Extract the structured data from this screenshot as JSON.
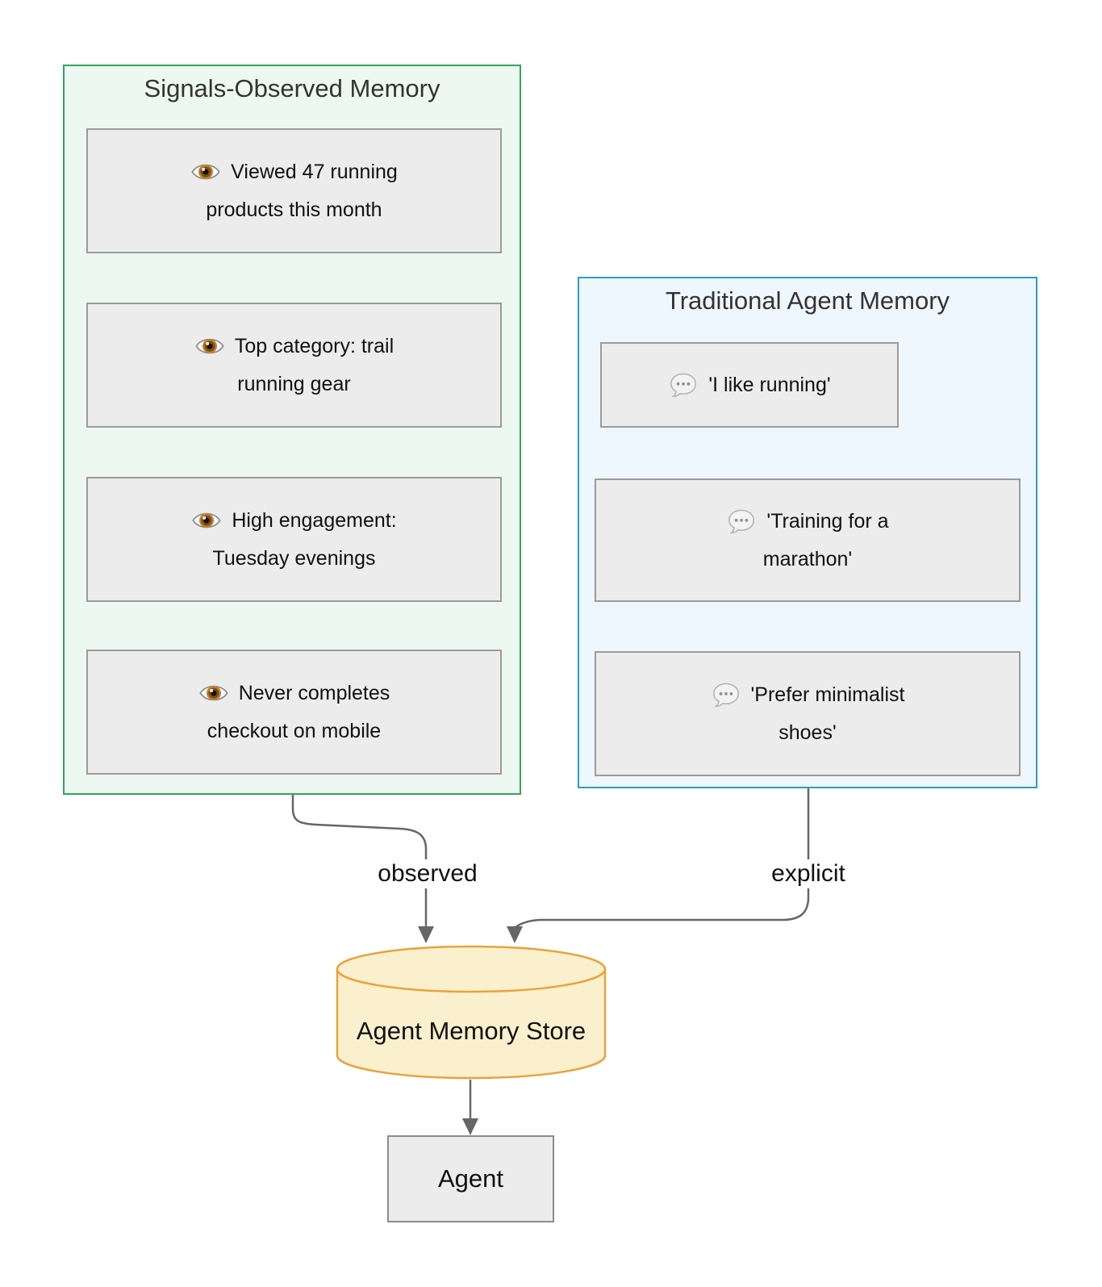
{
  "groups": [
    {
      "title": "Signals-Observed Memory",
      "nodes": [
        {
          "icon": "eye-icon",
          "lines": [
            "Viewed 47 running",
            "products this month"
          ]
        },
        {
          "icon": "eye-icon",
          "lines": [
            "Top category: trail",
            "running gear"
          ]
        },
        {
          "icon": "eye-icon",
          "lines": [
            "High engagement:",
            "Tuesday evenings"
          ]
        },
        {
          "icon": "eye-icon",
          "lines": [
            "Never completes",
            "checkout on mobile"
          ]
        }
      ]
    },
    {
      "title": "Traditional Agent Memory",
      "nodes": [
        {
          "icon": "speech-balloon-icon",
          "lines": [
            "'I like running'"
          ]
        },
        {
          "icon": "speech-balloon-icon",
          "lines": [
            "'Training for a",
            "marathon'"
          ]
        },
        {
          "icon": "speech-balloon-icon",
          "lines": [
            "'Prefer minimalist",
            "shoes'"
          ]
        }
      ]
    }
  ],
  "edges": [
    {
      "from": "Signals-Observed Memory",
      "to": "Agent Memory Store",
      "label": "observed"
    },
    {
      "from": "Traditional Agent Memory",
      "to": "Agent Memory Store",
      "label": "explicit"
    },
    {
      "from": "Agent Memory Store",
      "to": "Agent",
      "label": ""
    }
  ],
  "store": {
    "label": "Agent Memory Store"
  },
  "agent": {
    "label": "Agent"
  },
  "colors": {
    "signals_border": "#33a457",
    "signals_fill": "#ecf8f1",
    "traditional_border": "#2b9dc7",
    "traditional_fill": "#eef7fd",
    "node_fill": "#ececec",
    "node_border": "#9b9b9b",
    "store_fill": "#fbf0cd",
    "store_border": "#e8a33c",
    "edge": "#666666"
  }
}
